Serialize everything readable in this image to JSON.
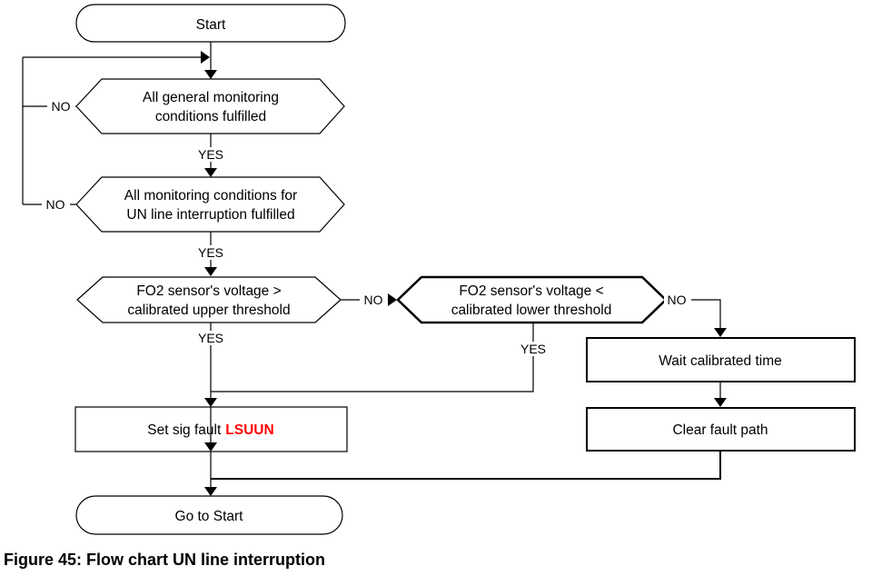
{
  "figure": {
    "caption": "Figure 45: Flow chart UN line interruption"
  },
  "labels": {
    "yes": "YES",
    "no": "NO"
  },
  "colors": {
    "line": "#000000",
    "fault_code": "#ff0000",
    "background": "#ffffff"
  },
  "nodes": {
    "start": {
      "label": "Start"
    },
    "general_monitoring": {
      "line1": "All general monitoring",
      "line2": "conditions fulfilled"
    },
    "un_monitoring": {
      "line1": "All monitoring conditions for",
      "line2": "UN line interruption fulfilled"
    },
    "upper_threshold": {
      "line1": "FO2 sensor's voltage >",
      "line2": "calibrated upper threshold"
    },
    "lower_threshold": {
      "line1": "FO2 sensor's voltage <",
      "line2": "calibrated lower threshold"
    },
    "wait_time": {
      "label": "Wait calibrated time"
    },
    "clear_fault": {
      "label": "Clear fault path"
    },
    "set_fault": {
      "prefix": "Set sig fault",
      "code": "LSUUN"
    },
    "goto_start": {
      "label": "Go to Start"
    }
  }
}
